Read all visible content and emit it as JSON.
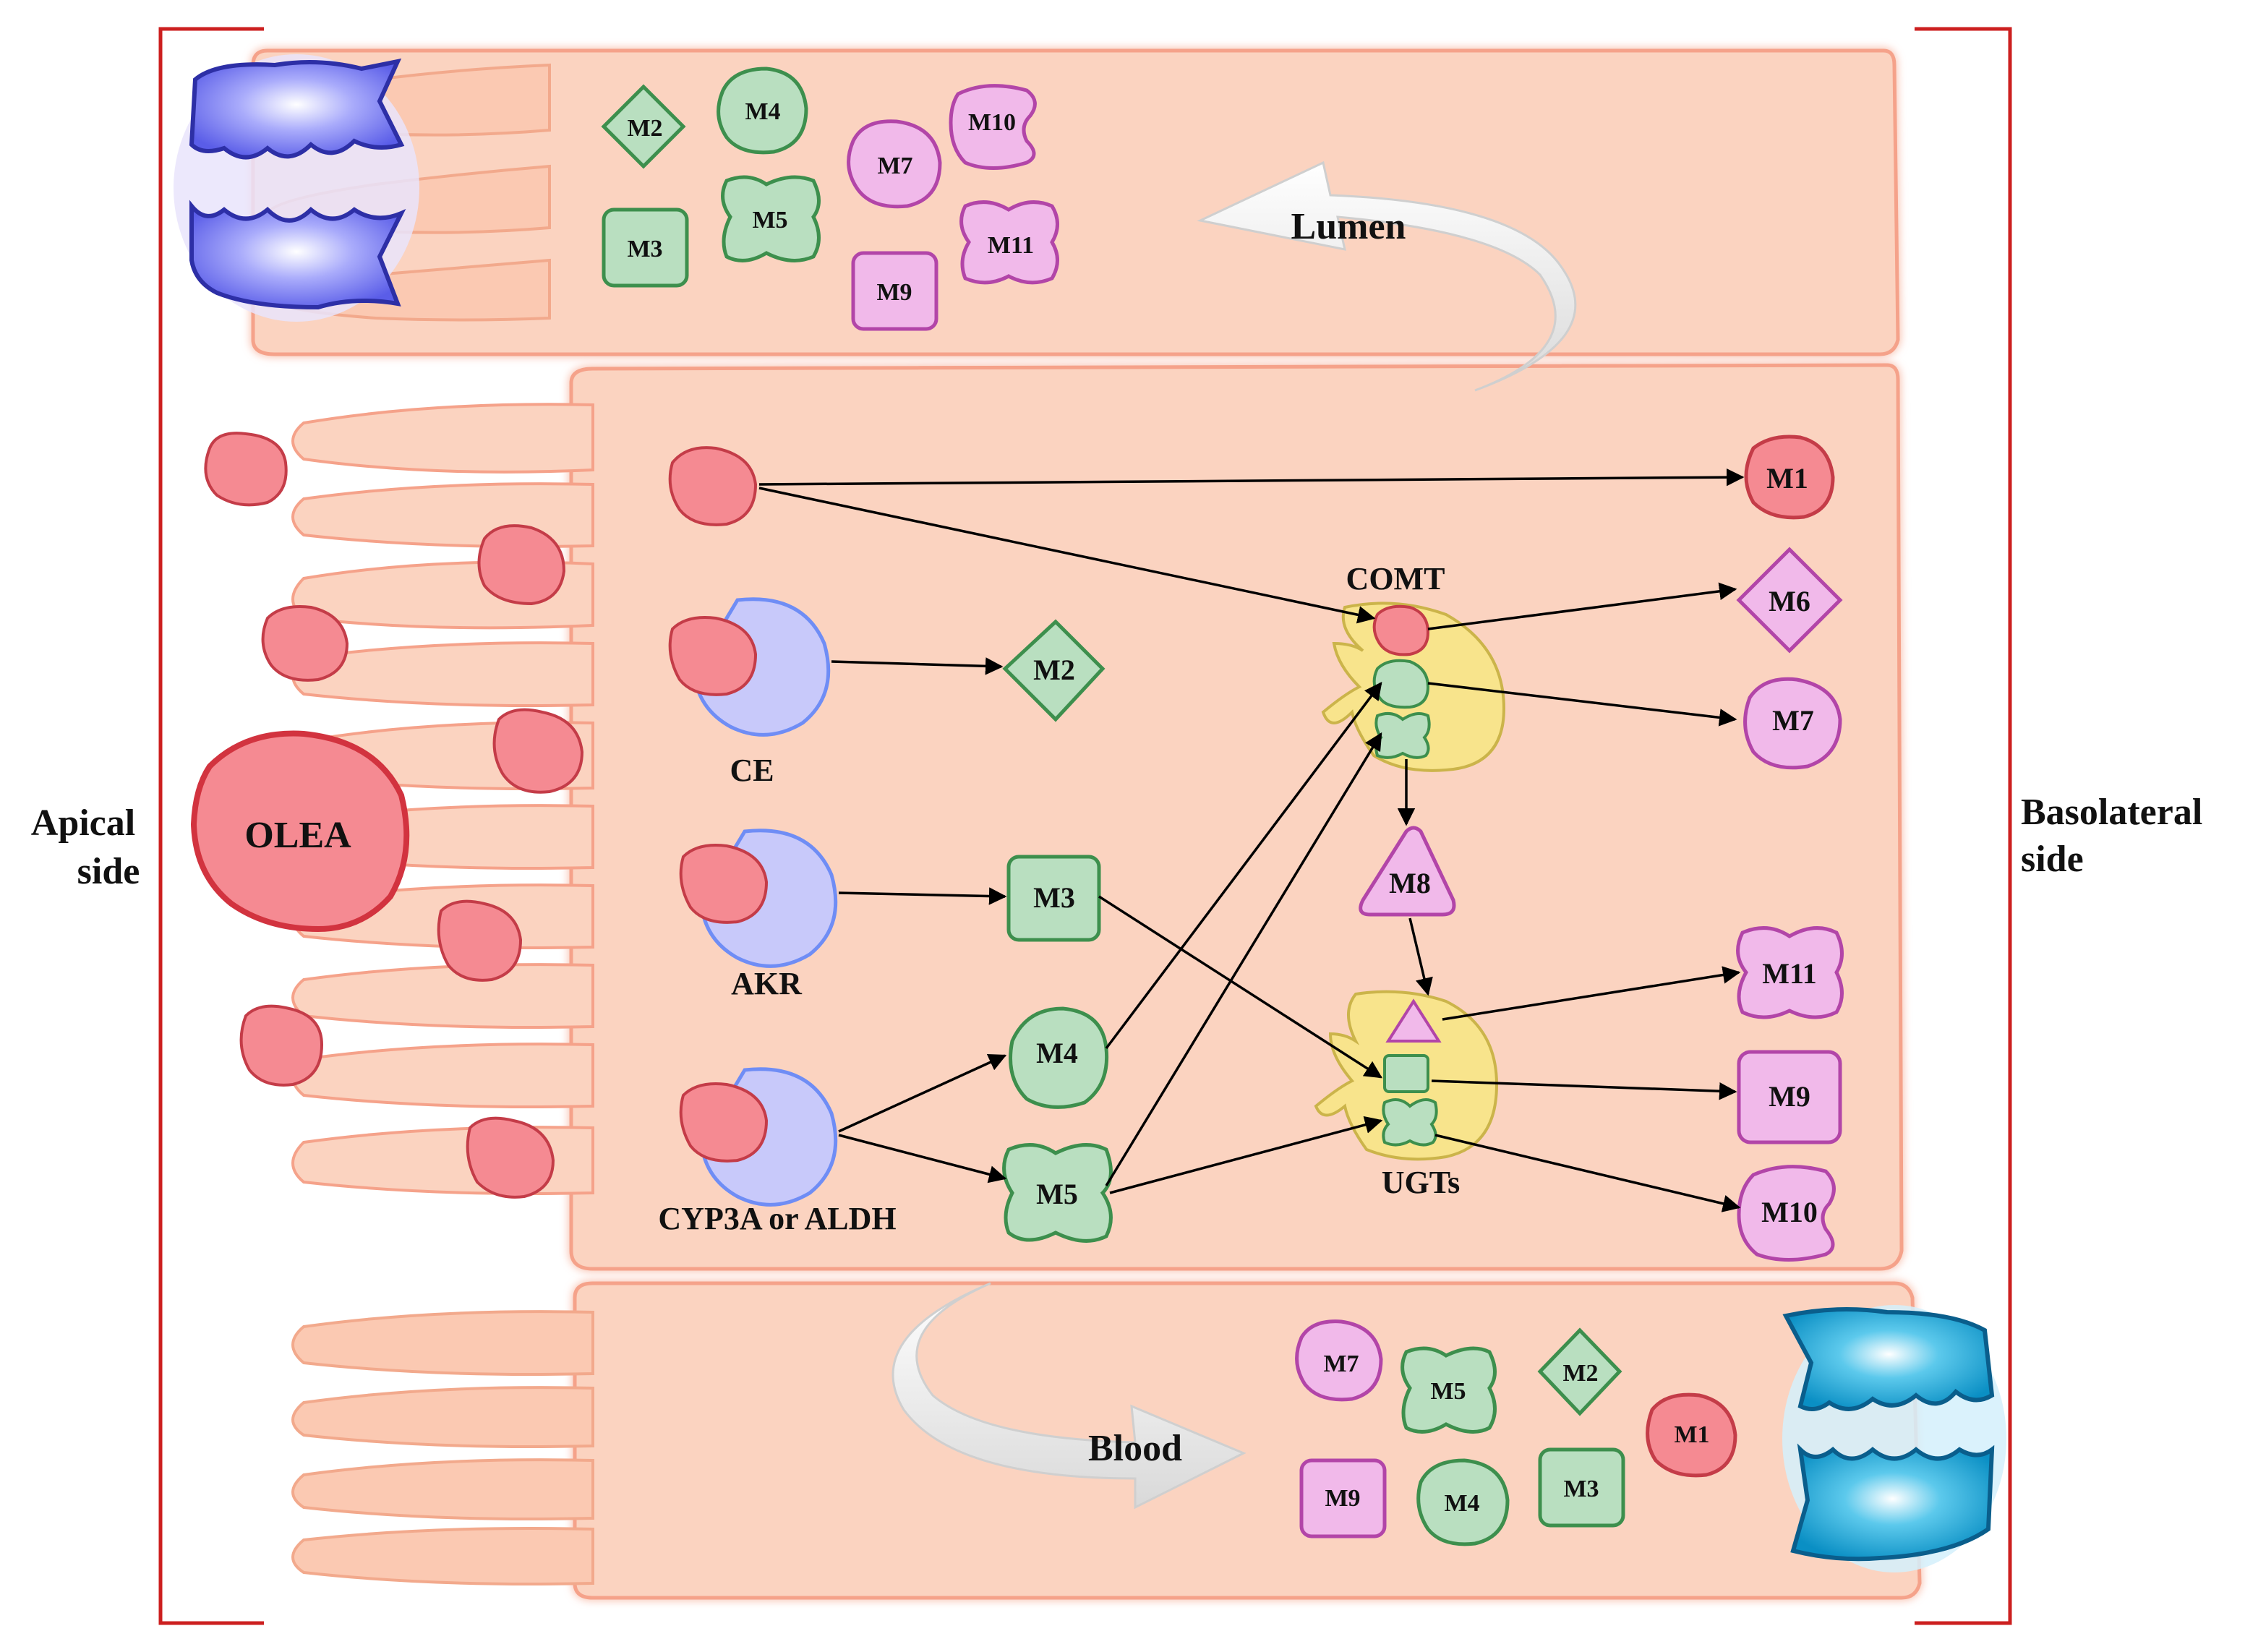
{
  "sides": {
    "apical": [
      "Apical",
      "side"
    ],
    "basolateral": [
      "Basolateral",
      "side"
    ]
  },
  "labels": {
    "lumen": "Lumen",
    "blood": "Blood",
    "olea": "OLEA",
    "comt": "COMT",
    "ugts": "UGTs",
    "ce": "CE",
    "akr": "AKR",
    "cyp": "CYP3A or ALDH"
  },
  "metabolites": {
    "m1": "M1",
    "m2": "M2",
    "m3": "M3",
    "m4": "M4",
    "m5": "M5",
    "m6": "M6",
    "m7": "M7",
    "m8": "M8",
    "m9": "M9",
    "m10": "M10",
    "m11": "M11"
  },
  "colors": {
    "cell_fill": "#fbd3c0",
    "cell_edge": "#f5a28a",
    "bracket": "#cc1f1f",
    "olea_red": "#f58a92",
    "phase1_green": "#b9dfc0",
    "phase2_pink": "#f1b9ea",
    "enzyme_blue": "#c8c9fa",
    "enzyme_yellow": "#f8e48c",
    "apical_transporter": "#7e80f0",
    "basolateral_transporter": "#1aa3d6"
  },
  "icons": [
    "apical-efflux-transporter-icon",
    "basolateral-efflux-transporter-icon",
    "curved-arrow-icon"
  ]
}
